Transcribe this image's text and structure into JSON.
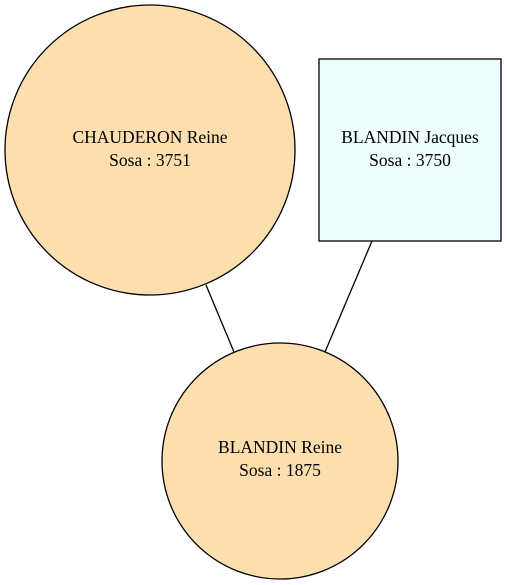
{
  "diagram": {
    "colors": {
      "female_fill": "#FDDFAF",
      "male_fill": "#EFFFFF",
      "stroke": "#000000",
      "background": "#FFFFFF"
    },
    "nodes": [
      {
        "id": "chauderon-reine",
        "shape": "circle",
        "gender": "female",
        "name": "CHAUDERON Reine",
        "sosa": "Sosa : 3751"
      },
      {
        "id": "blandin-jacques",
        "shape": "box",
        "gender": "male",
        "name": "BLANDIN Jacques",
        "sosa": "Sosa : 3750"
      },
      {
        "id": "blandin-reine",
        "shape": "circle",
        "gender": "female",
        "name": "BLANDIN Reine",
        "sosa": "Sosa : 1875"
      }
    ],
    "edges": [
      {
        "from": "chauderon-reine",
        "to": "blandin-reine"
      },
      {
        "from": "blandin-jacques",
        "to": "blandin-reine"
      }
    ]
  }
}
